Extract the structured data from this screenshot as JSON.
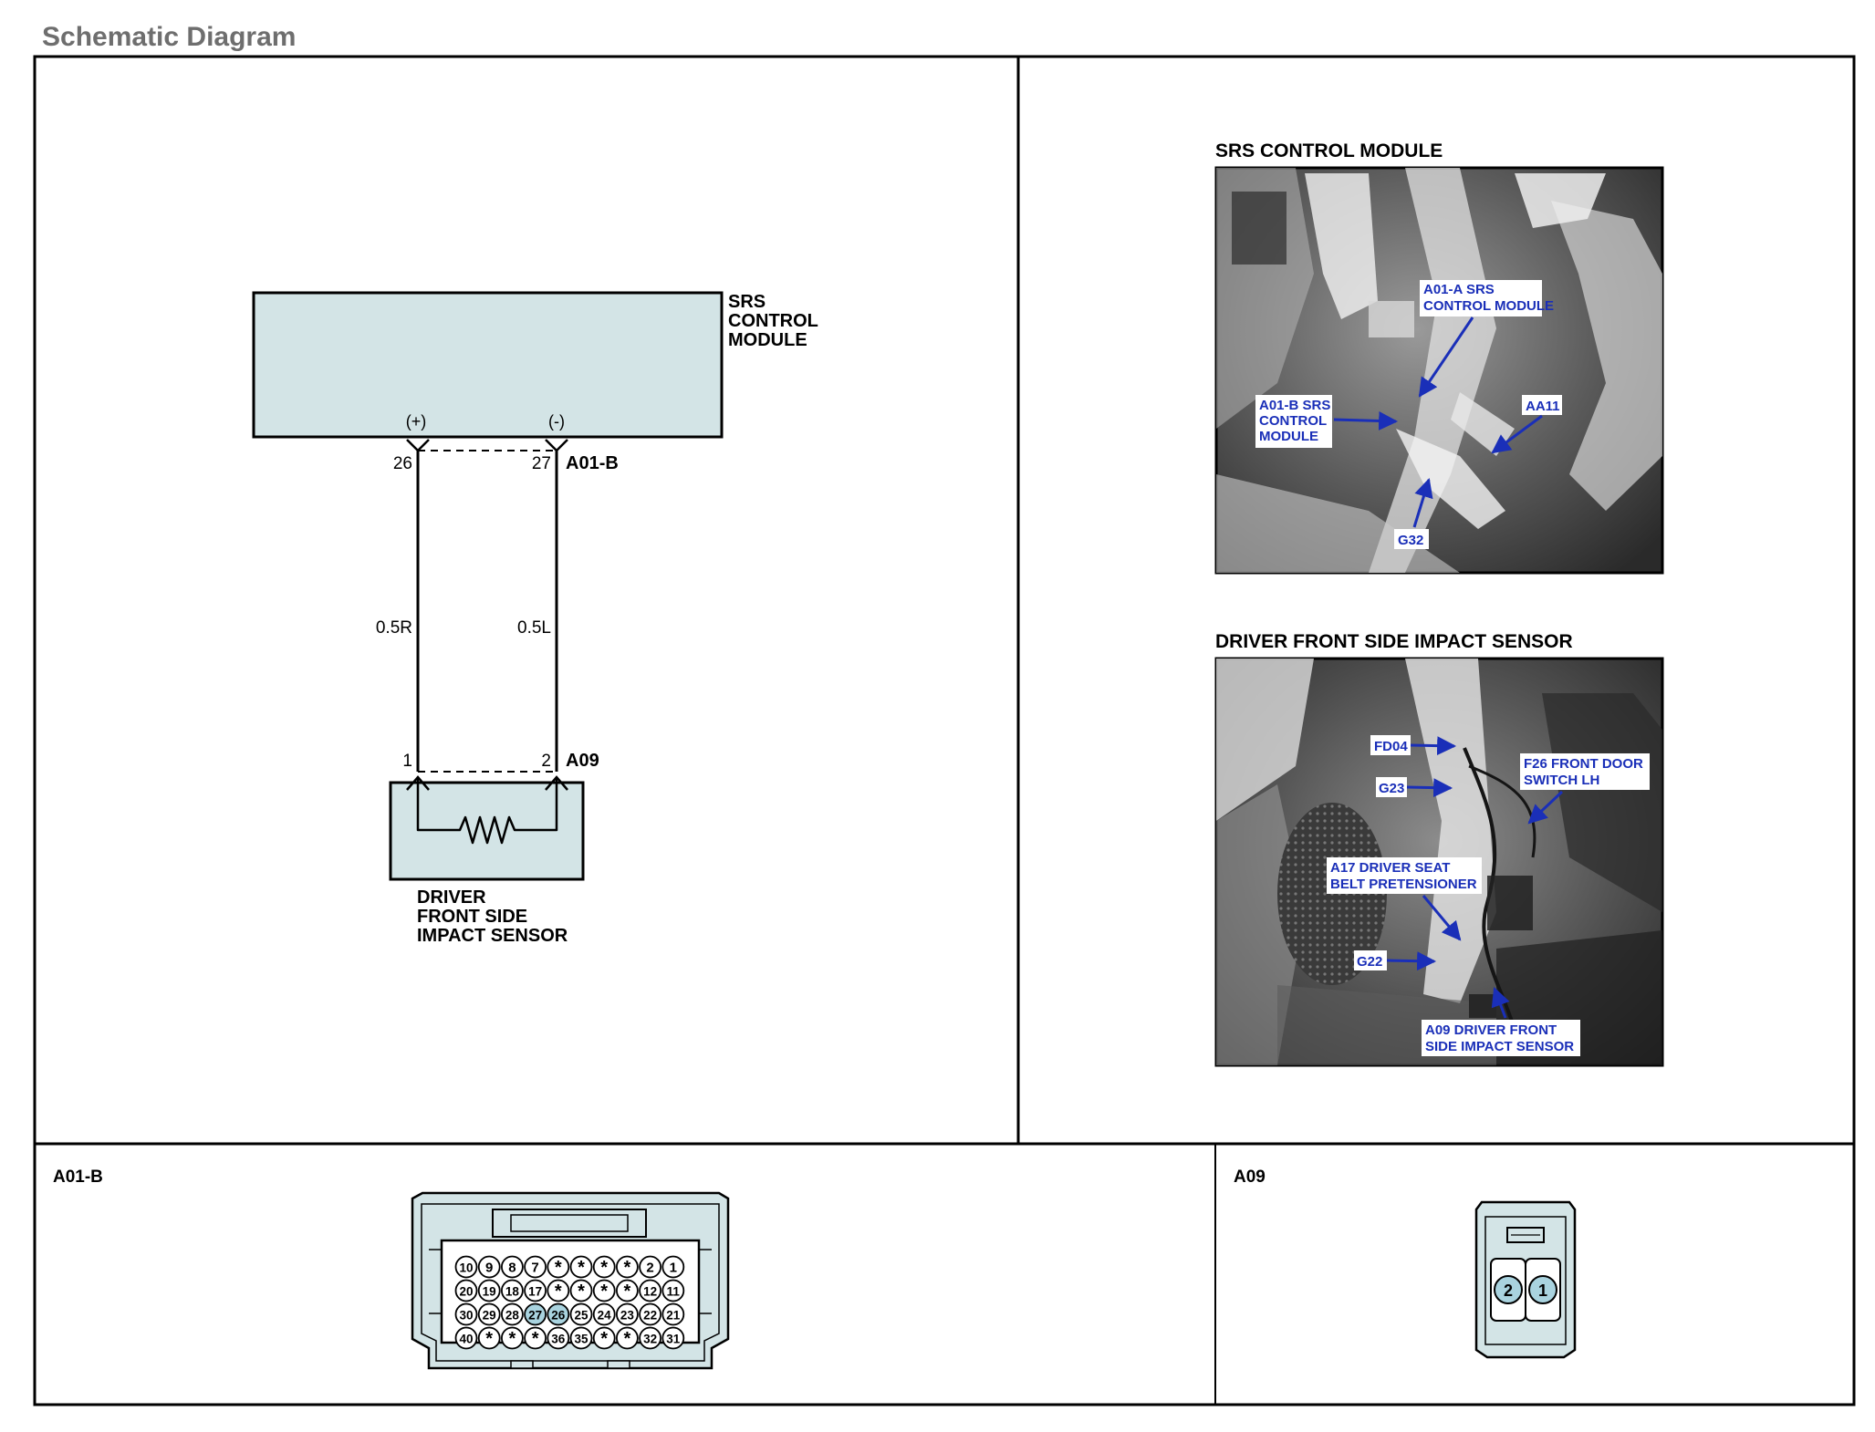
{
  "page": {
    "title": "Schematic Diagram"
  },
  "schematic": {
    "module_label": [
      "SRS",
      "CONTROL",
      "MODULE"
    ],
    "pos_marker": "(+)",
    "neg_marker": "(-)",
    "pin_26": "26",
    "pin_27": "27",
    "connector_a01b": "A01-B",
    "wire_left": "0.5R",
    "wire_right": "0.5L",
    "pin_1": "1",
    "pin_2": "2",
    "connector_a09": "A09",
    "sensor_label": [
      "DRIVER",
      "FRONT SIDE",
      "IMPACT SENSOR"
    ]
  },
  "photos": {
    "srs_title": "SRS CONTROL MODULE",
    "srs_callouts": {
      "a01a": [
        "A01-A SRS",
        "CONTROL MODULE"
      ],
      "a01b": [
        "A01-B SRS",
        "CONTROL",
        "MODULE"
      ],
      "aa11": "AA11",
      "g32": "G32"
    },
    "sensor_title": "DRIVER FRONT SIDE IMPACT SENSOR",
    "sensor_callouts": {
      "fd04": "FD04",
      "g23": "G23",
      "f26": [
        "F26 FRONT DOOR",
        "SWITCH LH"
      ],
      "a17": [
        "A17 DRIVER SEAT",
        "BELT PRETENSIONER"
      ],
      "g22": "G22",
      "a09": [
        "A09 DRIVER FRONT",
        "SIDE IMPACT SENSOR"
      ]
    }
  },
  "connectors": {
    "a01b": {
      "label": "A01-B",
      "rows": [
        [
          "10",
          "9",
          "8",
          "7",
          "*",
          "*",
          "*",
          "*",
          "2",
          "1"
        ],
        [
          "20",
          "19",
          "18",
          "17",
          "*",
          "*",
          "*",
          "*",
          "12",
          "11"
        ],
        [
          "30",
          "29",
          "28",
          "27",
          "26",
          "25",
          "24",
          "23",
          "22",
          "21"
        ],
        [
          "40",
          "*",
          "*",
          "*",
          "36",
          "35",
          "*",
          "*",
          "32",
          "31"
        ]
      ],
      "highlight": [
        "27",
        "26"
      ]
    },
    "a09": {
      "label": "A09",
      "pins": [
        "2",
        "1"
      ]
    }
  },
  "colors": {
    "fill": "#d3e4e6",
    "pin_highlight": "#a9d3df",
    "callout": "#1a2fb8",
    "title_gray": "#6e6e6e"
  }
}
